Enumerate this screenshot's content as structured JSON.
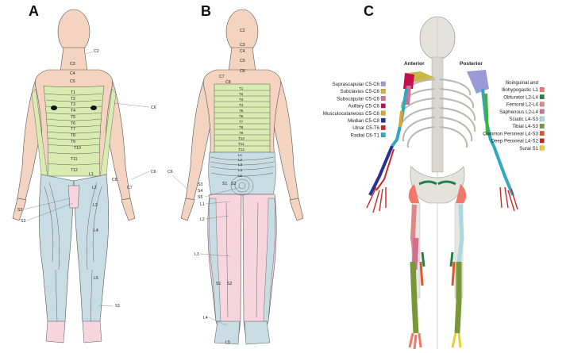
{
  "panels": {
    "a": "A",
    "b": "B",
    "c": "C"
  },
  "panel_a": {
    "labels": {
      "c2": "C2",
      "c3": "C3",
      "c4": "C4",
      "c5": "C5",
      "t1": "T1",
      "t2": "T2",
      "t3": "T3",
      "t4": "T4",
      "t5": "T5",
      "t6": "T6",
      "t7": "T7",
      "t8": "T8",
      "t9": "T9",
      "t10": "T10",
      "t11": "T11",
      "t12": "T12",
      "c6": "C6",
      "c6b": "C6",
      "c7": "C7",
      "c8": "C8",
      "l1": "L1",
      "l2": "L2",
      "l3": "L3",
      "l4": "L4",
      "l5": "L5",
      "s1": "S1",
      "s2": "S2",
      "s3": "S3"
    }
  },
  "panel_b": {
    "labels": {
      "c2": "C2",
      "c3": "C3",
      "c4": "C4",
      "c5": "C5",
      "c6": "C6",
      "c7": "C7",
      "c8": "C8",
      "t1": "T1",
      "t2": "T2",
      "t3": "T3",
      "t4": "T4",
      "t5": "T5",
      "t6": "T6",
      "t7": "T7",
      "t8": "T8",
      "t9": "T9",
      "t10": "T10",
      "t11": "T11",
      "t12": "T12",
      "l1": "L1",
      "l2": "L2",
      "l3": "L3",
      "l4": "L4",
      "l5": "L5",
      "s1": "S1",
      "s2": "S2",
      "s3": "S3",
      "s4": "S4",
      "s5": "S5",
      "s1b": "S1",
      "s2b": "S2",
      "l1b": "L1",
      "l2b": "L2",
      "l3b": "L3",
      "l4b": "L4",
      "l5b": "L5",
      "c6side": "C6"
    }
  },
  "panel_c": {
    "anterior": "Anterior",
    "posterior": "Posterior",
    "legend_upper": [
      {
        "label": "Suprascapular C5-C6",
        "color": "#9a9ad8"
      },
      {
        "label": "Subclavius C5-C6",
        "color": "#c8b848"
      },
      {
        "label": "Subscapular C5-C6",
        "color": "#d07090"
      },
      {
        "label": "Axillary C5-C6",
        "color": "#c01050"
      },
      {
        "label": "Musculocutaneous C5-C6",
        "color": "#d8a828"
      },
      {
        "label": "Median C5-C8",
        "color": "#283090"
      },
      {
        "label": "Ulnar C5-T6",
        "color": "#c82828"
      },
      {
        "label": "Radial C6-T1",
        "color": "#30a8c0"
      }
    ],
    "legend_lower": [
      {
        "label": "Ilioinguinal and",
        "color": null
      },
      {
        "label": "Iliohypogastic L1",
        "color": "#f07868"
      },
      {
        "label": "Obturator L2-L4",
        "color": "#208048"
      },
      {
        "label": "Femoral L2-L4",
        "color": "#e08888"
      },
      {
        "label": "Saphenous L2-L4",
        "color": "#d07090"
      },
      {
        "label": "Sciatic L4-S3",
        "color": "#a8d8e0"
      },
      {
        "label": "Tibial L4-S3",
        "color": "#789838"
      },
      {
        "label": "Common Peroneal L4-S3",
        "color": "#e05828"
      },
      {
        "label": "Deep Peroneal L4-S2",
        "color": "#c02828"
      },
      {
        "label": "Sural S1",
        "color": "#e8d030"
      }
    ]
  }
}
